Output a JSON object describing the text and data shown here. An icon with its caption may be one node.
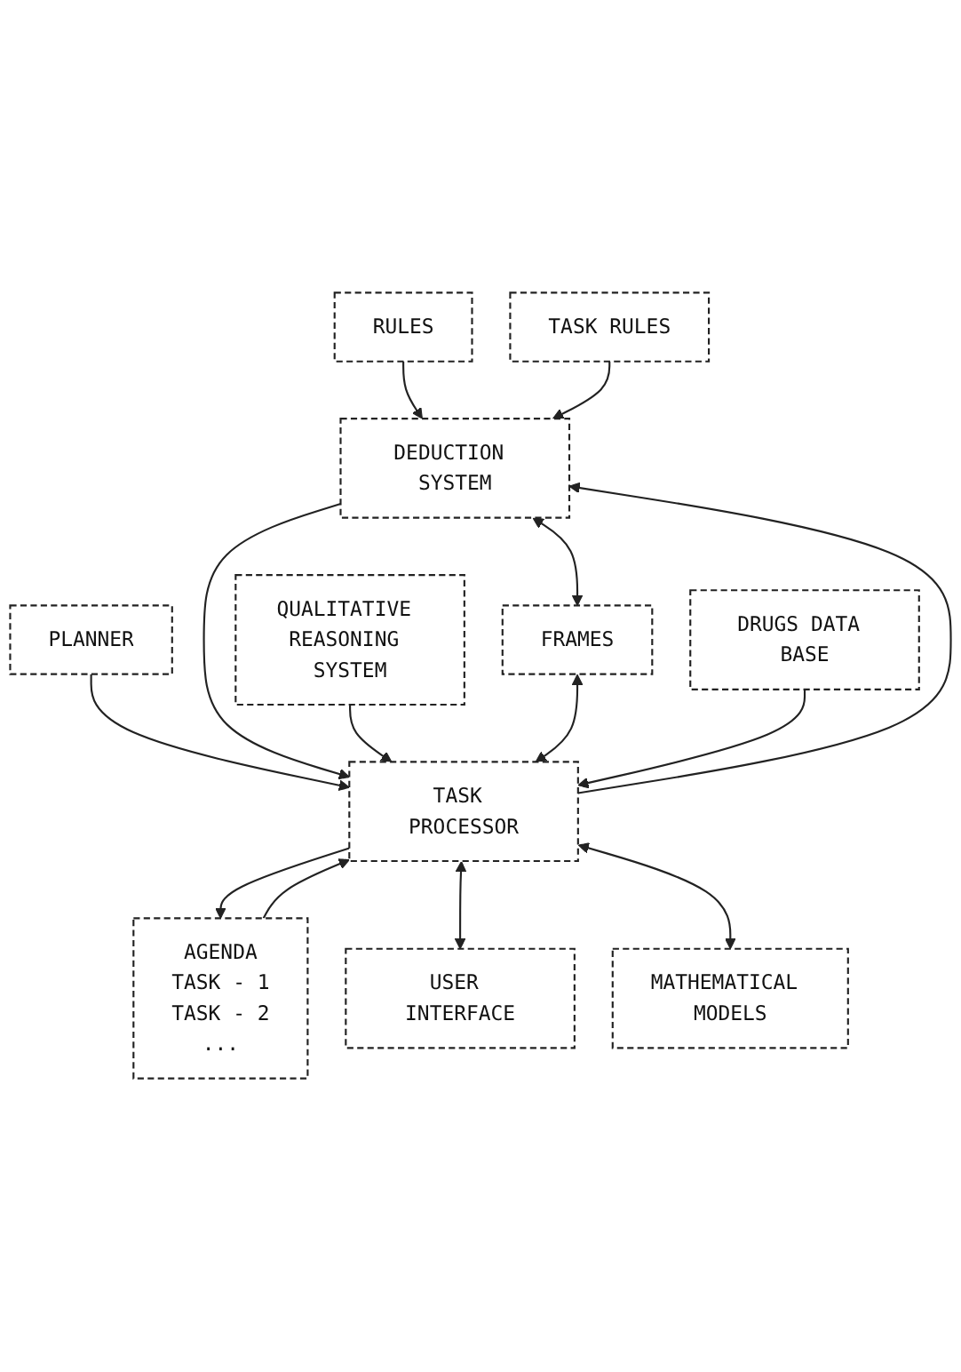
{
  "diagram": {
    "nodes": [
      {
        "text": [
          "AGENDA",
          "TASK - 1",
          "TASK - 2",
          "..."
        ]
      },
      {
        "text": [
          "RULES"
        ]
      },
      {
        "text": [
          "PLANNER"
        ]
      },
      {
        "text": [
          "DEDUCTION SYSTEM"
        ]
      },
      {
        "text": [
          "TASK PROCESSOR"
        ]
      },
      {
        "text": [
          "QUALITATIVE REASONING SYSTEM"
        ]
      },
      {
        "text": [
          "TASK RULES"
        ]
      },
      {
        "text": [
          "DRUGS DATA BASE"
        ]
      },
      {
        "text": [
          "USER INTERFACE"
        ]
      },
      {
        "text": [
          "FRAMES"
        ]
      },
      {
        "text": [
          "MATHEMATICAL MODELS"
        ]
      }
    ],
    "edges": [
      {
        "from": 1,
        "to": 3,
        "arrow": "to"
      },
      {
        "from": 4,
        "to": 0,
        "arrow": "to"
      },
      {
        "from": 0,
        "to": 4,
        "arrow": "to"
      },
      {
        "from": 2,
        "to": 4,
        "arrow": "to"
      },
      {
        "from": 4,
        "to": 3,
        "arrow": "to"
      },
      {
        "from": 3,
        "to": 4,
        "arrow": "to"
      },
      {
        "from": 5,
        "to": 4,
        "arrow": "to"
      },
      {
        "from": 4,
        "to": 8,
        "arrow": "both"
      },
      {
        "from": 6,
        "to": 3,
        "arrow": "to"
      },
      {
        "from": 9,
        "to": 4,
        "arrow": "both"
      },
      {
        "from": 7,
        "to": 4,
        "arrow": "to"
      },
      {
        "from": 4,
        "to": 10,
        "arrow": "both"
      },
      {
        "from": 3,
        "to": 9,
        "arrow": "both"
      }
    ]
  }
}
